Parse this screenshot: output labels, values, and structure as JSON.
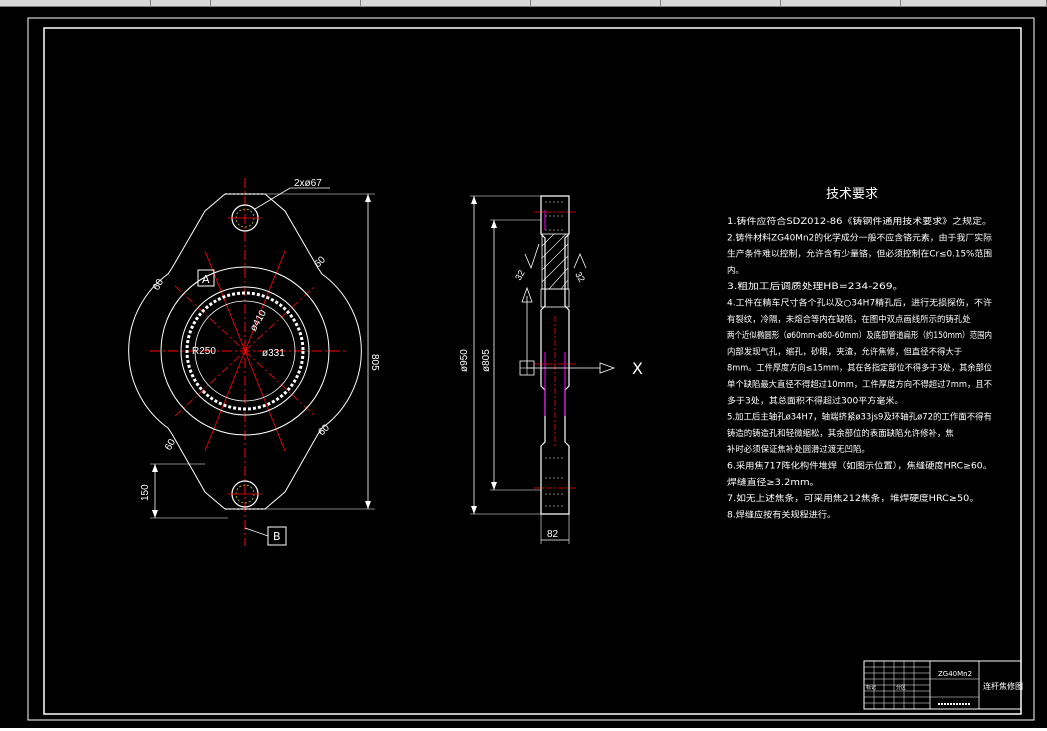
{
  "window": {
    "toolbar_segments": 8
  },
  "drawing": {
    "colors": {
      "background": "#000000",
      "border": "#ffffff",
      "outline": "#ffffff",
      "centerline": "#ff0000",
      "hidden": "#00ffff",
      "hatch": "#ff00ff",
      "highlight": "#ffff00",
      "text": "#ffffff"
    },
    "front_view": {
      "hole_callout": "2xø67",
      "label_a": "A",
      "label_b": "B",
      "angle_top_right": "60",
      "angle_top_left": "60",
      "angle_bottom_left": "60",
      "angle_bottom_right": "60",
      "dia_410": "ø410",
      "radius_250": "R250",
      "dia_331": "ø331",
      "dim_805": "805",
      "dim_150": "150"
    },
    "side_view": {
      "dia_950": "ø950",
      "dia_805": "ø805",
      "width_82": "82",
      "roughness_left": "32",
      "roughness_right": "32",
      "direction_x": "X"
    },
    "tech_requirements": {
      "title": "技术要求",
      "lines": [
        "1.铸件应符合SDZ012-86《铸钢件通用技术要求》之规定。",
        "2.铸件材料ZG40Mn2的化学成分一般不应含铬元素，由于我厂实际",
        "生产条件难以控制，允许含有少量铬，但必须控制在Cr≤0.15%范围",
        "内。",
        "3.粗加工后调质处理HB=234-269。",
        "4.工件在精车尺寸各个孔以及○34H7精孔后，进行无损探伤，不许",
        "有裂纹，冷隔，未熔合等内在缺陷，在图中双点画线所示的铸孔处",
        "两个近似椭圆形（ø60mm-ø80-60mm）及底部管道扁形（约150mm）范围内",
        "内部发现气孔，缩孔，砂眼，夹渣，允许焦修，但直径不得大于",
        "8mm。工件厚度方向≤15mm，其在各指定部位不得多于3处，其余部位",
        "单个缺陷最大直径不得超过10mm，工件厚度方向不得超过7mm，且不",
        "多于3处，其总面积不得超过300平方毫米。",
        "5.加工后主轴孔ø34H7，轴端挤紧ø33js9及环轴孔ø72的工作面不得有",
        "铸造的铸造孔和轻微缩松，其余部位的表面缺陷允许修补，焦",
        "补时必须保证焦补处圆滑过渡无凹陷。",
        "6.采用焦717阵化构件堆焊（如图示位置），焦缝硬度HRC≥60。",
        "焊缝直径≥3.2mm。",
        "7.如无上述焦条，可采用焦212焦条，堆焊硬度HRC≥50。",
        "8.焊缝应按有关规程进行。"
      ]
    },
    "title_block": {
      "material": "ZG40Mn2",
      "part_name": "连杆焦修图",
      "code_left": "标记",
      "code_mid": "分区"
    }
  }
}
